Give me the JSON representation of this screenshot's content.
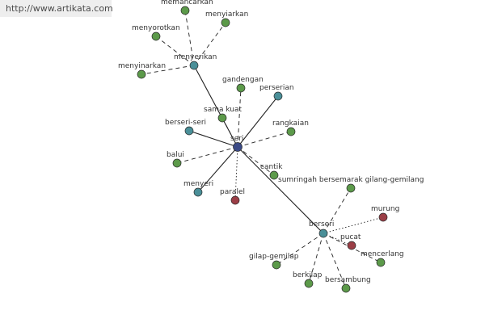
{
  "source_url": "http://www.artikata.com",
  "colors": {
    "center": "#3b4a86",
    "hub": "#4a8f98",
    "synonym": "#5c9a4a",
    "antonym": "#9b3e46",
    "edge": "#222222"
  },
  "nodes": [
    {
      "id": "seri",
      "label": "seri",
      "kind": "center"
    },
    {
      "id": "menyerikan",
      "label": "menyerikan",
      "kind": "hub"
    },
    {
      "id": "berseri",
      "label": "berseri",
      "kind": "hub"
    },
    {
      "id": "memancarkan",
      "label": "memancarkan",
      "kind": "synonym"
    },
    {
      "id": "menyiarkan",
      "label": "menyiarkan",
      "kind": "synonym"
    },
    {
      "id": "menyorotkan",
      "label": "menyorotkan",
      "kind": "synonym"
    },
    {
      "id": "menyinarkan",
      "label": "menyinarkan",
      "kind": "synonym"
    },
    {
      "id": "gandengan",
      "label": "gandengan",
      "kind": "synonym"
    },
    {
      "id": "perserian",
      "label": "perserian",
      "kind": "hub"
    },
    {
      "id": "sama-kuat",
      "label": "sama kuat",
      "kind": "synonym"
    },
    {
      "id": "berseri-seri",
      "label": "berseri-seri",
      "kind": "hub"
    },
    {
      "id": "rangkaian",
      "label": "rangkaian",
      "kind": "synonym"
    },
    {
      "id": "balui",
      "label": "balui",
      "kind": "synonym"
    },
    {
      "id": "cantik",
      "label": "cantik",
      "kind": "synonym"
    },
    {
      "id": "sumringah",
      "label": "sumringah bersemarak gilang-gemilang",
      "kind": "synonym"
    },
    {
      "id": "menyeri",
      "label": "menyeri",
      "kind": "hub"
    },
    {
      "id": "paralel",
      "label": "paralel",
      "kind": "antonym"
    },
    {
      "id": "murung",
      "label": "murung",
      "kind": "antonym"
    },
    {
      "id": "pucat",
      "label": "pucat",
      "kind": "antonym"
    },
    {
      "id": "mencerlang",
      "label": "mencerlang",
      "kind": "synonym"
    },
    {
      "id": "gilap-gemilap",
      "label": "gilap-gemilap",
      "kind": "synonym"
    },
    {
      "id": "berkilap",
      "label": "berkilap",
      "kind": "synonym"
    },
    {
      "id": "bersambung",
      "label": "bersambung",
      "kind": "synonym"
    }
  ],
  "edges": [
    {
      "from": "seri",
      "to": "menyerikan",
      "style": "solid"
    },
    {
      "from": "seri",
      "to": "berseri",
      "style": "solid"
    },
    {
      "from": "seri",
      "to": "perserian",
      "style": "solid"
    },
    {
      "from": "seri",
      "to": "berseri-seri",
      "style": "solid"
    },
    {
      "from": "seri",
      "to": "menyeri",
      "style": "solid"
    },
    {
      "from": "seri",
      "to": "gandengan",
      "style": "dashed"
    },
    {
      "from": "seri",
      "to": "sama-kuat",
      "style": "dashed"
    },
    {
      "from": "seri",
      "to": "rangkaian",
      "style": "dashed"
    },
    {
      "from": "seri",
      "to": "balui",
      "style": "dashed"
    },
    {
      "from": "seri",
      "to": "cantik",
      "style": "dashed"
    },
    {
      "from": "seri",
      "to": "paralel",
      "style": "dotted"
    },
    {
      "from": "menyerikan",
      "to": "memancarkan",
      "style": "dashed"
    },
    {
      "from": "menyerikan",
      "to": "menyiarkan",
      "style": "dashed"
    },
    {
      "from": "menyerikan",
      "to": "menyorotkan",
      "style": "dashed"
    },
    {
      "from": "menyerikan",
      "to": "menyinarkan",
      "style": "dashed"
    },
    {
      "from": "berseri",
      "to": "sumringah",
      "style": "dashed"
    },
    {
      "from": "berseri",
      "to": "murung",
      "style": "dotted"
    },
    {
      "from": "berseri",
      "to": "pucat",
      "style": "dotted"
    },
    {
      "from": "berseri",
      "to": "mencerlang",
      "style": "dashed"
    },
    {
      "from": "berseri",
      "to": "gilap-gemilap",
      "style": "dashed"
    },
    {
      "from": "berseri",
      "to": "berkilap",
      "style": "dashed"
    },
    {
      "from": "berseri",
      "to": "bersambung",
      "style": "dashed"
    }
  ]
}
